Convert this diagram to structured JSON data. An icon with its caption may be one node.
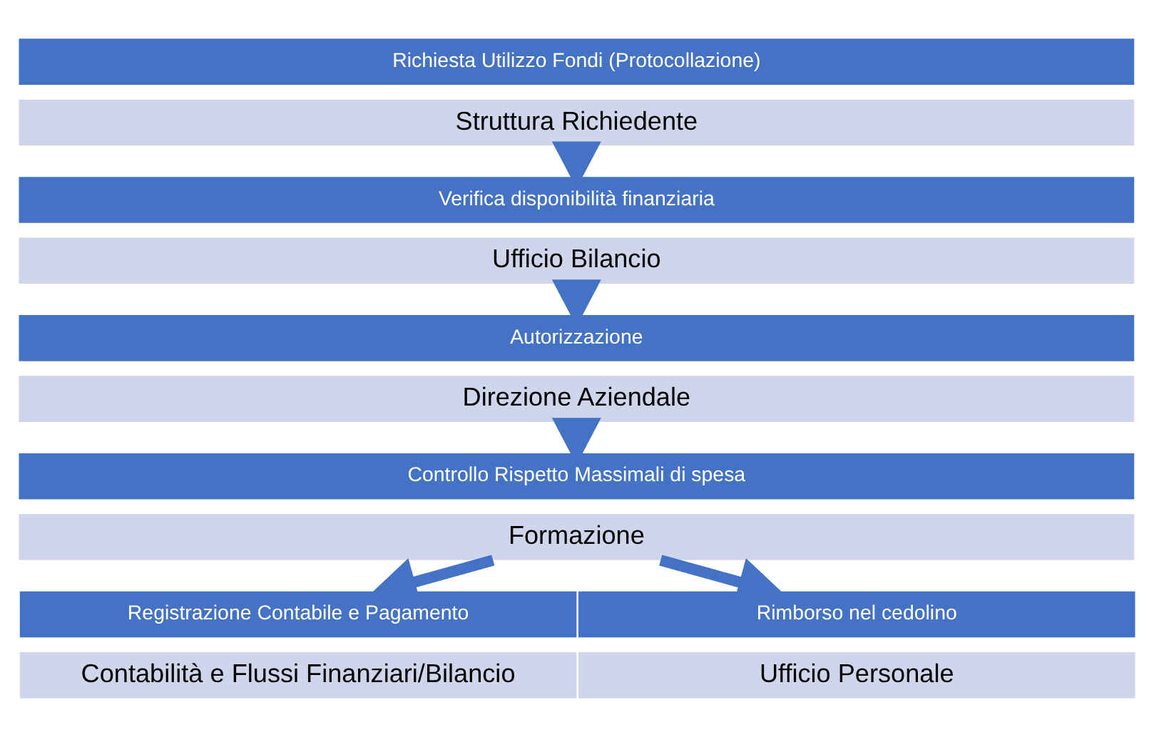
{
  "diagram": {
    "nodes": [
      {
        "text": [
          "Richiesta Utilizzo Fondi (Protocollazione)"
        ]
      },
      {
        "text": [
          "Struttura Richiedente"
        ]
      },
      {
        "text": [
          "Verifica disponibilità finanziaria"
        ]
      },
      {
        "text": [
          "Ufficio Bilancio"
        ]
      },
      {
        "text": [
          "Autorizzazione"
        ]
      },
      {
        "text": [
          "Direzione Aziendale"
        ]
      },
      {
        "text": [
          "Controllo Rispetto Massimali di spesa"
        ]
      },
      {
        "text": [
          "Formazione"
        ]
      },
      {
        "text": [
          "Registrazione Contabile e Pagamento"
        ]
      },
      {
        "text": [
          "Rimborso nel cedolino"
        ]
      },
      {
        "text": [
          "Contabilità e Flussi Finanziari/Bilancio"
        ]
      },
      {
        "text": [
          "Ufficio Personale"
        ]
      }
    ],
    "edges": [
      {
        "from": 1,
        "to": 2,
        "arrow": "to"
      },
      {
        "from": 3,
        "to": 4,
        "arrow": "to"
      },
      {
        "from": 5,
        "to": 6,
        "arrow": "to"
      },
      {
        "from": 7,
        "to": 8,
        "arrow": "to"
      },
      {
        "from": 7,
        "to": 9,
        "arrow": "to"
      }
    ]
  }
}
